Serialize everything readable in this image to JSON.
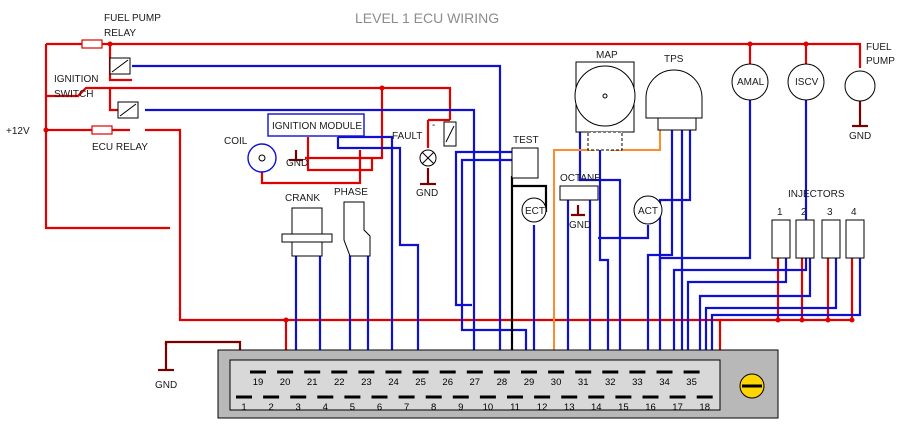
{
  "title": "LEVEL 1 ECU WIRING",
  "labels": {
    "fuel_pump_relay_1": "FUEL PUMP",
    "fuel_pump_relay_2": "RELAY",
    "ignition_switch_1": "IGNITION",
    "ignition_switch_2": "SWITCH",
    "supply": "+12V",
    "ecu_relay": "ECU RELAY",
    "coil": "COIL",
    "ignition_module": "IGNITION MODULE",
    "fault": "FAULT",
    "fault_polarity": "-",
    "test": "TEST",
    "map": "MAP",
    "tps": "TPS",
    "amal": "AMAL",
    "iscv": "ISCV",
    "fuel_pump_1": "FUEL",
    "fuel_pump_2": "PUMP",
    "crank": "CRANK",
    "phase": "PHASE",
    "octane": "OCTANE",
    "ect": "ECT",
    "act": "ACT",
    "injectors": "INJECTORS",
    "gnd": "GND"
  },
  "injector_numbers": [
    "1",
    "2",
    "3",
    "4"
  ],
  "connector": {
    "top_pins": [
      "19",
      "20",
      "21",
      "22",
      "23",
      "24",
      "25",
      "26",
      "27",
      "28",
      "29",
      "30",
      "31",
      "32",
      "33",
      "34",
      "35"
    ],
    "bottom_pins": [
      "1",
      "2",
      "3",
      "4",
      "5",
      "6",
      "7",
      "8",
      "9",
      "10",
      "11",
      "12",
      "13",
      "14",
      "15",
      "16",
      "17",
      "18"
    ]
  },
  "colors": {
    "supply_wire": "#e00000",
    "signal_wire": "#1010d0",
    "ground_wire": "#7a0000",
    "reference_wire": "#ff8a30",
    "connector_body": "#b8b8b8",
    "title": "#8c8c8c"
  }
}
